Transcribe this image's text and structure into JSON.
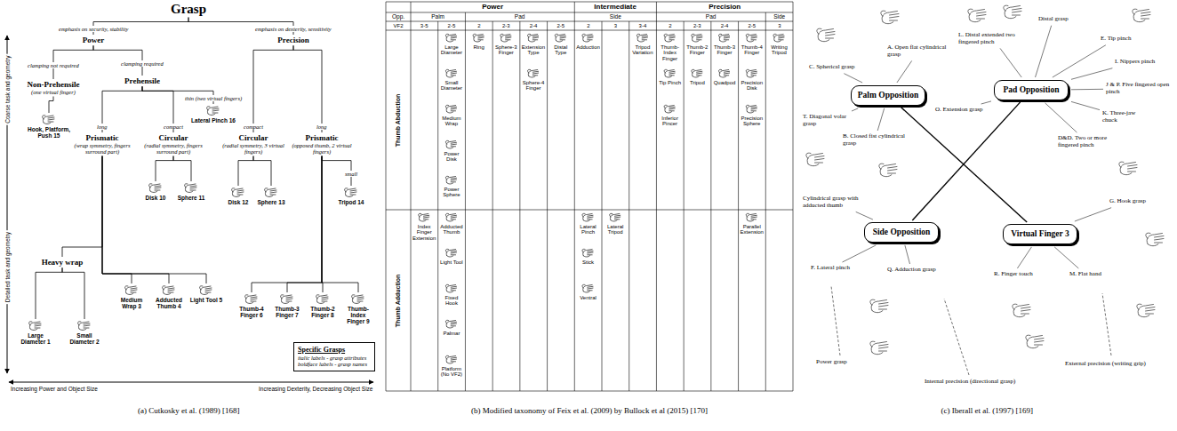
{
  "diagram": {
    "nodes": [
      {
        "text": [
          "Grasp"
        ]
      },
      {
        "text": [
          "Power"
        ]
      },
      {
        "text": [
          "Precision"
        ]
      },
      {
        "text": [
          "Non-Prehensile",
          "(one virtual finger)"
        ]
      },
      {
        "text": [
          "Prehensile"
        ]
      },
      {
        "text": [
          "Hook, Platform, Push 15"
        ]
      },
      {
        "text": [
          "Lateral Pinch 16"
        ]
      },
      {
        "text": [
          "Prismatic",
          "(wrap symmetry, fingers surround part)"
        ]
      },
      {
        "text": [
          "Circular",
          "(radial symmetry, fingers surround part)"
        ]
      },
      {
        "text": [
          "Disk 10"
        ]
      },
      {
        "text": [
          "Sphere 11"
        ]
      },
      {
        "text": [
          "Circular",
          "(radial symmetry, 3 virtual fingers)"
        ]
      },
      {
        "text": [
          "Prismatic",
          "(opposed thumb, 2 virtual fingers)"
        ]
      },
      {
        "text": [
          "Disk 12"
        ]
      },
      {
        "text": [
          "Sphere 13"
        ]
      },
      {
        "text": [
          "Tripod 14"
        ]
      },
      {
        "text": [
          "Heavy wrap"
        ]
      },
      {
        "text": [
          "Large Diameter 1"
        ]
      },
      {
        "text": [
          "Small Diameter 2"
        ]
      },
      {
        "text": [
          "Medium Wrap 3"
        ]
      },
      {
        "text": [
          "Adducted Thumb 4"
        ]
      },
      {
        "text": [
          "Light Tool 5"
        ]
      },
      {
        "text": [
          "Thumb-4 Finger 6"
        ]
      },
      {
        "text": [
          "Thumb-3 Finger 7"
        ]
      },
      {
        "text": [
          "Thumb-2 Finger 8"
        ]
      },
      {
        "text": [
          "Thumb-Index Finger 9"
        ]
      },
      {
        "text": [
          "Specific Grasps",
          "italic labels - grasp attributes",
          "boldface labels - grasp names"
        ]
      },
      {
        "text": [
          "Palm Opposition"
        ]
      },
      {
        "text": [
          "Pad Opposition"
        ]
      },
      {
        "text": [
          "Side Opposition"
        ]
      },
      {
        "text": [
          "Virtual Finger 3"
        ]
      }
    ],
    "edges": [
      {
        "from": 0,
        "to": 1,
        "arrow": "none",
        "label": "emphasis on security, stability"
      },
      {
        "from": 0,
        "to": 2,
        "arrow": "none",
        "label": "emphasis on dexterity, sensitivity"
      },
      {
        "from": 1,
        "to": 3,
        "arrow": "none",
        "label": "clamping not required"
      },
      {
        "from": 1,
        "to": 4,
        "arrow": "none",
        "label": "clamping required"
      },
      {
        "from": 3,
        "to": 5,
        "arrow": "none"
      },
      {
        "from": 4,
        "to": 6,
        "arrow": "none",
        "label": "thin (two virtual fingers)"
      },
      {
        "from": 4,
        "to": 7,
        "arrow": "none",
        "label": "long"
      },
      {
        "from": 4,
        "to": 8,
        "arrow": "none",
        "label": "compact"
      },
      {
        "from": 8,
        "to": 9,
        "arrow": "none"
      },
      {
        "from": 8,
        "to": 10,
        "arrow": "none"
      },
      {
        "from": 7,
        "to": 16,
        "arrow": "none"
      },
      {
        "from": 7,
        "to": 19,
        "arrow": "none"
      },
      {
        "from": 7,
        "to": 20,
        "arrow": "none"
      },
      {
        "from": 7,
        "to": 21,
        "arrow": "none"
      },
      {
        "from": 16,
        "to": 17,
        "arrow": "none"
      },
      {
        "from": 16,
        "to": 18,
        "arrow": "none"
      },
      {
        "from": 2,
        "to": 11,
        "arrow": "none",
        "label": "compact"
      },
      {
        "from": 2,
        "to": 12,
        "arrow": "none",
        "label": "long"
      },
      {
        "from": 11,
        "to": 13,
        "arrow": "none"
      },
      {
        "from": 11,
        "to": 14,
        "arrow": "none"
      },
      {
        "from": 12,
        "to": 15,
        "arrow": "none",
        "label": "small"
      },
      {
        "from": 12,
        "to": 22,
        "arrow": "none"
      },
      {
        "from": 12,
        "to": 23,
        "arrow": "none"
      },
      {
        "from": 12,
        "to": 24,
        "arrow": "none"
      },
      {
        "from": 12,
        "to": 25,
        "arrow": "none"
      },
      {
        "from": 27,
        "to": 30,
        "arrow": "none"
      },
      {
        "from": 28,
        "to": 29,
        "arrow": "none"
      }
    ],
    "labels": [
      "Coarse task and geometry",
      "Detailed task and geometry",
      "Increasing Power and Object Size",
      "Increasing Dexterity, Decreasing Object Size",
      "Power",
      "Intermediate",
      "Precision",
      "Opp.",
      "Palm",
      "Pad",
      "Side",
      "Pad",
      "Side",
      "VF2",
      "3-5",
      "2-5",
      "2",
      "2-3",
      "2-4",
      "2-5",
      "2",
      "3",
      "3-4",
      "2",
      "2-3",
      "2-4",
      "2-5",
      "3",
      "Thumb Abduction",
      "Thumb Adduction",
      "Large Diameter",
      "Small Diameter",
      "Medium Wrap",
      "Power Disk",
      "Power Sphere",
      "Ring",
      "Sphere-3 Finger",
      "Extension Type",
      "Sphere-4 Finger",
      "Distal Type",
      "Adduction",
      "Tripod Variation",
      "Thumb-Index Finger",
      "Tip Pinch",
      "Inferior Pincer",
      "Thumb-2 Finger",
      "Tripod",
      "Thumb-3 Finger",
      "Quadpod",
      "Thumb-4 Finger",
      "Precision Disk",
      "Precision Sphere",
      "Writing Tripod",
      "Index Finger Extension",
      "Adducted Thumb",
      "Light Tool",
      "Fixed Hook",
      "Palmar",
      "Platform (No VF2)",
      "Lateral Pinch",
      "Stick",
      "Ventral",
      "Lateral Tripod",
      "Parallel Extension",
      "C. Spherical grasp",
      "A. Open flat cylindrical grasp",
      "T. Diagonal volar grasp",
      "B. Closed fist cylindrical grasp",
      "L. Distal extended two fingered pinch",
      "Distal grasp",
      "E. Tip pinch",
      "I. Nippers pinch",
      "O. Extension grasp",
      "J & P. Five fingered open pinch",
      "K. Three-jaw chuck",
      "D&D. Two or more fingered pinch",
      "Cylindrical grasp with adducted thumb",
      "F. Lateral pinch",
      "Q. Adduction grasp",
      "G. Hook grasp",
      "M. Flat hand",
      "R. Finger touch",
      "Power grasp",
      "Internal precision (directional grasp)",
      "External precision (writing grip)",
      "(a) Cutkosky et al. (1989) [168]",
      "(b) Modified taxonomy of Feix et al. (2009) by Bullock et al (2015) [170]",
      "(c) Iberall et al. (1997) [169]"
    ]
  }
}
